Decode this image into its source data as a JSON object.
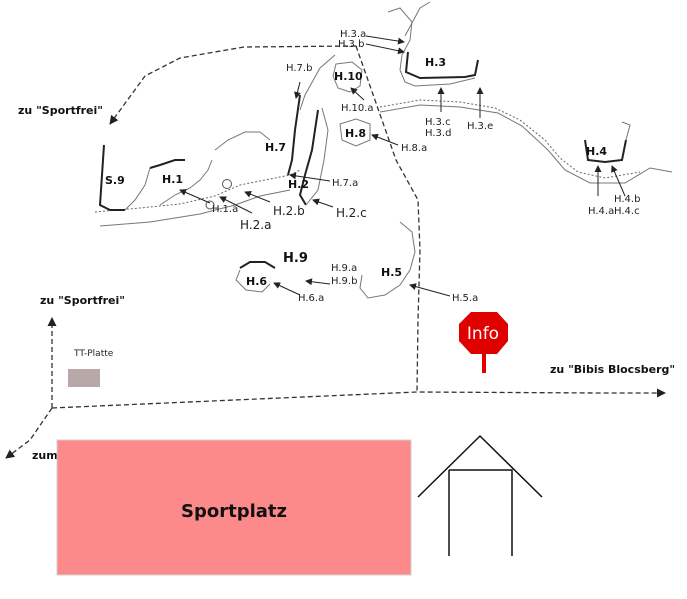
{
  "directions": {
    "sportfrei_top": "zu \"Sportfrei\"",
    "sportfrei_left": "zu \"Sportfrei\"",
    "parkplatz": "zum Parkplatz",
    "bibis": "zu \"Bibis Blocsberg\""
  },
  "rocks": {
    "s9": "S.9",
    "h1": "H.1",
    "h2": "H.2",
    "h3": "H.3",
    "h4": "H.4",
    "h5": "H.5",
    "h6": "H.6",
    "h7": "H.7",
    "h8": "H.8",
    "h9": "H.9",
    "h10": "H.10"
  },
  "routes": {
    "h3a": "H.3.a",
    "h3b": "H.3.b",
    "h3c": "H.3.c",
    "h3d": "H.3.d",
    "h3e": "H.3.e",
    "h4a": "H.4.a",
    "h4b": "H.4.b",
    "h4c": "H.4.c",
    "h7b": "H.7.b",
    "h10a": "H.10.a",
    "h8a": "H.8.a",
    "h7a": "H.7.a",
    "h1a": "H.1.a",
    "h2a": "H.2.a",
    "h2b": "H.2.b",
    "h2c": "H.2.c",
    "h9a": "H.9.a",
    "h9b": "H.9.b",
    "h6a": "H.6.a",
    "h5a": "H.5.a"
  },
  "info_sign": "Info",
  "tt_platte": "TT-Platte",
  "sportplatz": "Sportplatz",
  "colors": {
    "sportplatz_fill": "#fd8a8a",
    "info_fill": "#e00000",
    "tt_fill": "#b8a8a8"
  }
}
